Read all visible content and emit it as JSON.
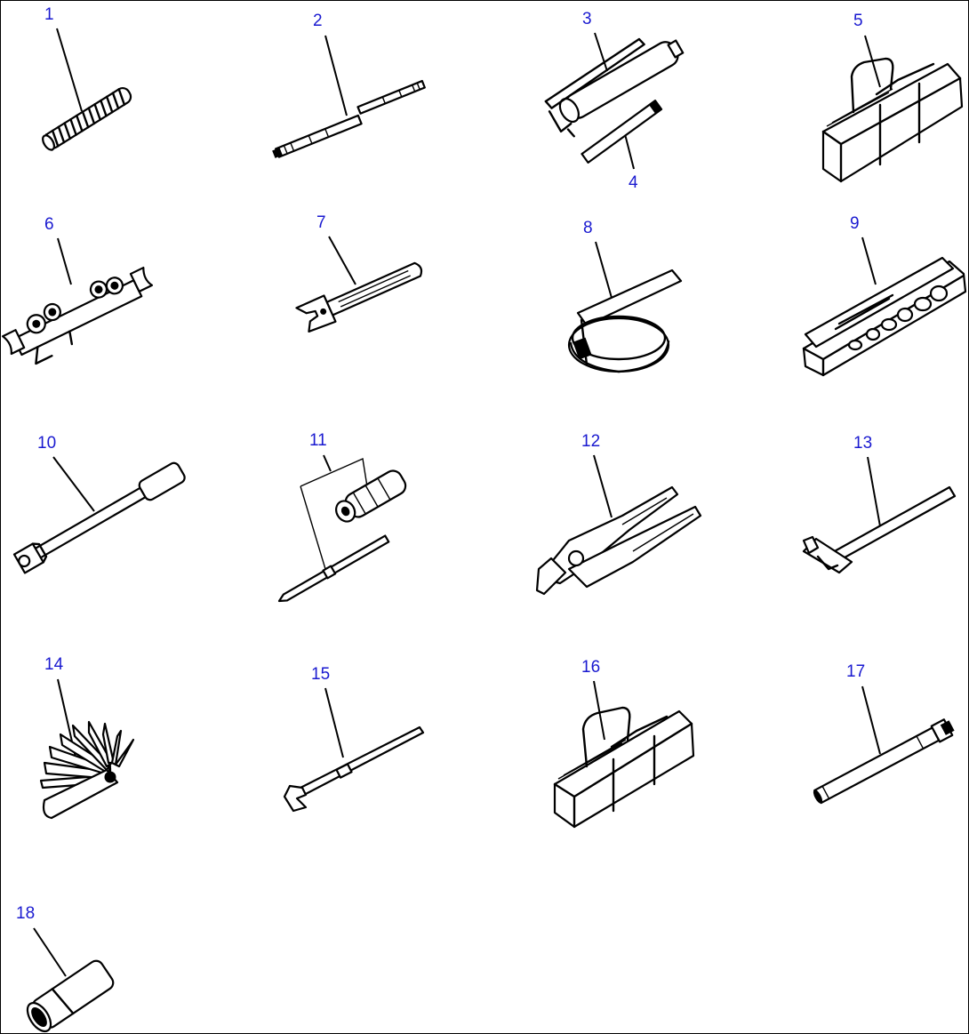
{
  "diagram": {
    "callouts": [
      {
        "id": "1",
        "label": "1"
      },
      {
        "id": "2",
        "label": "2"
      },
      {
        "id": "3",
        "label": "3"
      },
      {
        "id": "4",
        "label": "4"
      },
      {
        "id": "5",
        "label": "5"
      },
      {
        "id": "6",
        "label": "6"
      },
      {
        "id": "7",
        "label": "7"
      },
      {
        "id": "8",
        "label": "8"
      },
      {
        "id": "9",
        "label": "9"
      },
      {
        "id": "10",
        "label": "10"
      },
      {
        "id": "11",
        "label": "11"
      },
      {
        "id": "12",
        "label": "12"
      },
      {
        "id": "13",
        "label": "13"
      },
      {
        "id": "14",
        "label": "14"
      },
      {
        "id": "15",
        "label": "15"
      },
      {
        "id": "16",
        "label": "16"
      },
      {
        "id": "17",
        "label": "17"
      },
      {
        "id": "18",
        "label": "18"
      }
    ],
    "colors": {
      "callout": "#1a1ad0",
      "line": "#000000",
      "background": "#ffffff"
    }
  }
}
